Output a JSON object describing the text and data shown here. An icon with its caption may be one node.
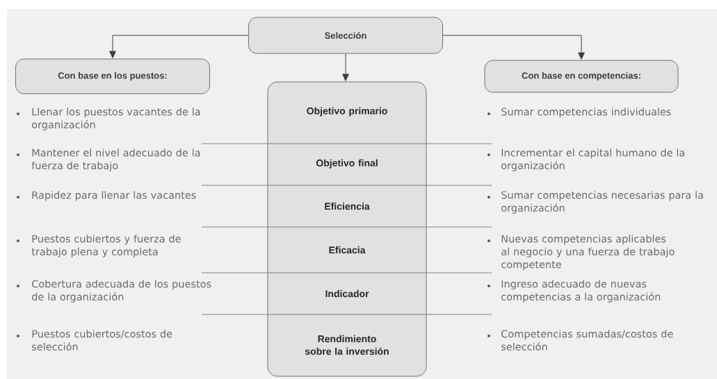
{
  "diagram": {
    "nodes": [
      {
        "text": [
          "Selección"
        ]
      },
      {
        "text": [
          "Con base en los puestos:"
        ]
      },
      {
        "text": [
          "Objetivo primario",
          "Objetivo final",
          "Eficiencia",
          "Eficacia",
          "Indicador",
          "Rendimiento sobre la inversión"
        ]
      },
      {
        "text": [
          "Con base en competencias:"
        ]
      }
    ],
    "edges": [
      {
        "from": 0,
        "to": 1,
        "arrow": "to"
      },
      {
        "from": 0,
        "to": 2,
        "arrow": "to"
      },
      {
        "from": 0,
        "to": 3,
        "arrow": "to"
      }
    ],
    "labels": [
      "Llenar los puestos vacantes de la organización",
      "Sumar competencias individuales",
      "Mantener el nivel adecuado de la fuerza de trabajo",
      "Incrementar el capital humano de la organización",
      "Rapidez para llenar las vacantes",
      "Sumar competencias necesarias para la organización",
      "Puestos cubiertos y fuerza de trabajo plena y completa",
      "Nuevas competencias aplicables al negocio y una fuerza de trabajo competente",
      "Cobertura adecuada de los puestos de la organización",
      "Ingreso adecuado de nuevas competencias a la organización",
      "Puestos cubiertos/costos de selección",
      "Competencias sumadas/costos de selección"
    ]
  }
}
